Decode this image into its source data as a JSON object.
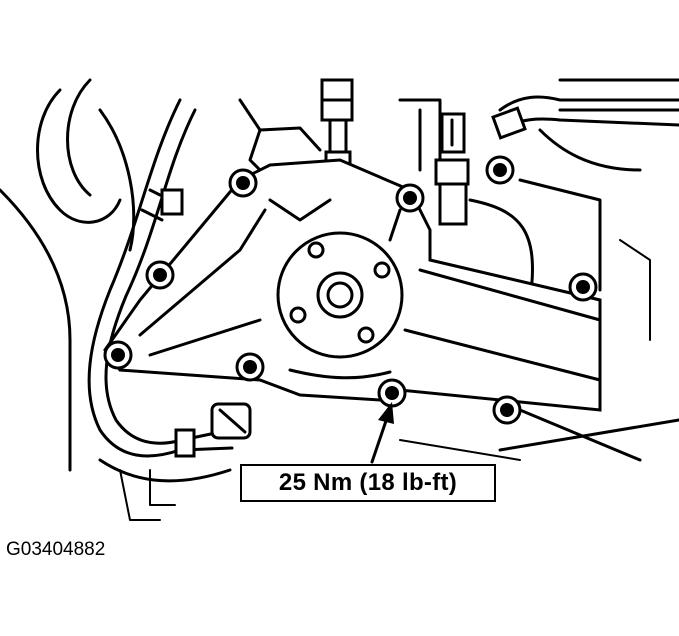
{
  "illustration": {
    "subject": "water-pump-installation",
    "torque_callout": "25 Nm (18 lb-ft)",
    "figure_code": "G03404882"
  }
}
